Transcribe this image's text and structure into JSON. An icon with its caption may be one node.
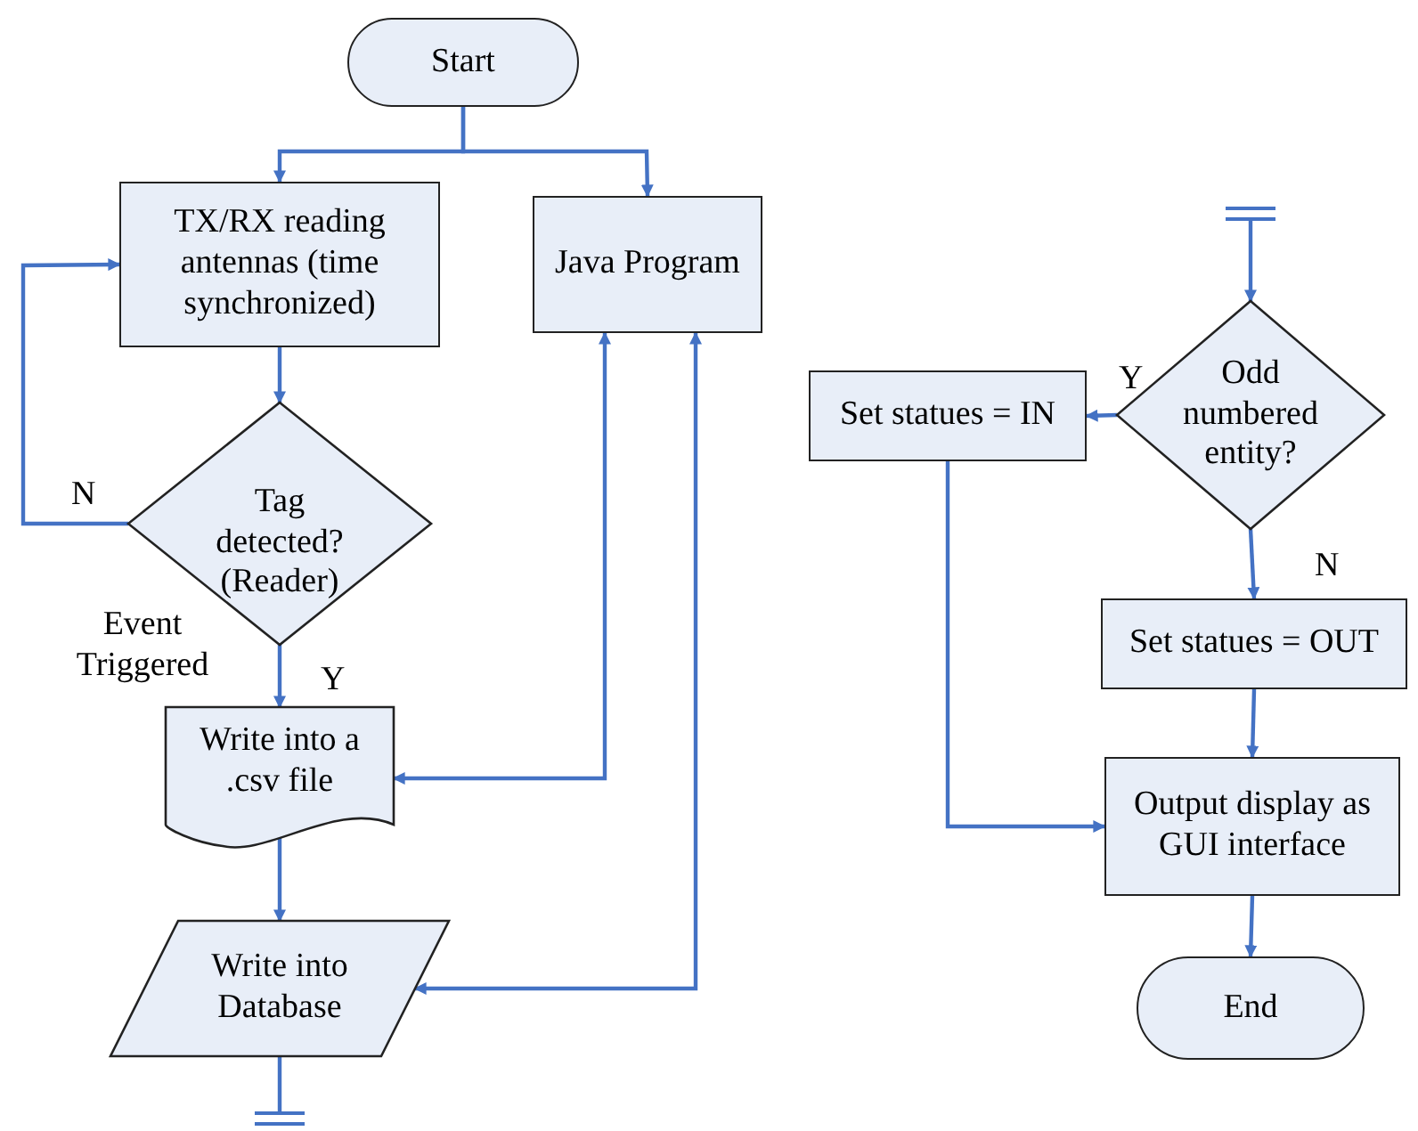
{
  "diagram": {
    "nodes": [
      {
        "text": [
          "Start"
        ]
      },
      {
        "text": [
          "TX/RX reading antennas (time synchronized)"
        ]
      },
      {
        "text": [
          "Java Program"
        ]
      },
      {
        "text": [
          "Tag detected? (Reader)"
        ]
      },
      {
        "text": [
          "Write into a .csv file"
        ]
      },
      {
        "text": [
          "Write into Database"
        ]
      },
      {
        "text": [],
        "shape": "bar"
      },
      {
        "text": [],
        "shape": "bar"
      },
      {
        "text": [
          "Odd numbered entity?"
        ]
      },
      {
        "text": [
          "Set statues = IN"
        ]
      },
      {
        "text": [
          "Set statues = OUT"
        ]
      },
      {
        "text": [
          "Output display as GUI interface"
        ]
      },
      {
        "text": [
          "End"
        ]
      }
    ],
    "edges": [
      {
        "from": 0,
        "to": 1,
        "arrow": "to"
      },
      {
        "from": 0,
        "to": 2,
        "arrow": "to"
      },
      {
        "from": 1,
        "to": 3,
        "arrow": "to"
      },
      {
        "from": 3,
        "to": 1,
        "arrow": "to",
        "label": "N"
      },
      {
        "from": 3,
        "to": 4,
        "arrow": "to",
        "label": "Y"
      },
      {
        "from": 2,
        "to": 4,
        "arrow": "both"
      },
      {
        "from": 2,
        "to": 5,
        "arrow": "both"
      },
      {
        "from": 4,
        "to": 5,
        "arrow": "to"
      },
      {
        "from": 5,
        "to": 6,
        "arrow": "none"
      },
      {
        "from": 7,
        "to": 8,
        "arrow": "to"
      },
      {
        "from": 8,
        "to": 9,
        "arrow": "to",
        "label": "Y"
      },
      {
        "from": 8,
        "to": 10,
        "arrow": "to",
        "label": "N"
      },
      {
        "from": 9,
        "to": 11,
        "arrow": "to"
      },
      {
        "from": 10,
        "to": 11,
        "arrow": "to"
      },
      {
        "from": 11,
        "to": 12,
        "arrow": "to"
      }
    ],
    "labels": [
      "Event Triggered"
    ]
  }
}
